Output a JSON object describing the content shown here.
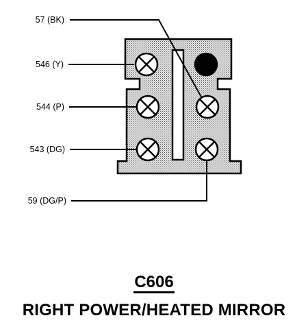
{
  "connector": {
    "code": "C606",
    "description": "RIGHT POWER/HEATED MIRROR",
    "wires": [
      {
        "id": "57",
        "color": "BK",
        "label": "57 (BK)"
      },
      {
        "id": "546",
        "color": "Y",
        "label": "546 (Y)"
      },
      {
        "id": "544",
        "color": "P",
        "label": "544 (P)"
      },
      {
        "id": "543",
        "color": "DG",
        "label": "543 (DG)"
      },
      {
        "id": "59",
        "color": "DG/P",
        "label": "59 (DG/P)"
      }
    ],
    "cavities": [
      {
        "position": "top-left",
        "type": "terminal"
      },
      {
        "position": "top-right",
        "type": "plugged"
      },
      {
        "position": "middle-left",
        "type": "terminal"
      },
      {
        "position": "middle-right",
        "type": "terminal"
      },
      {
        "position": "bottom-left",
        "type": "terminal"
      },
      {
        "position": "bottom-right",
        "type": "terminal"
      }
    ],
    "colors": {
      "line": "#000000",
      "housing_fill": "#c8c8c8",
      "plug": "#000000"
    }
  }
}
